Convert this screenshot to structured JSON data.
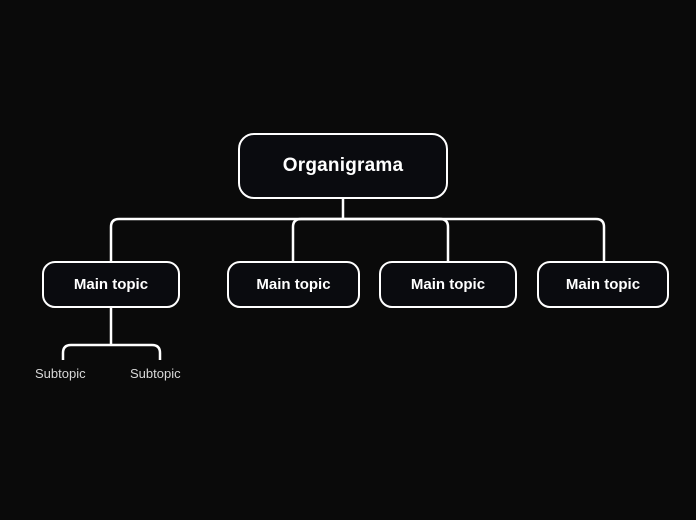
{
  "diagram": {
    "type": "organization-chart",
    "background_color": "#0a0a0a",
    "line_color": "#ffffff",
    "node_border_color": "#ffffff",
    "node_fill_color": "#0a0b0f",
    "text_color": "#ffffff",
    "subtopic_text_color": "#d8d8d8",
    "root": {
      "label": "Organigrama"
    },
    "main_topics": [
      {
        "label": "Main topic"
      },
      {
        "label": "Main topic"
      },
      {
        "label": "Main topic"
      },
      {
        "label": "Main topic"
      }
    ],
    "subtopics": [
      {
        "label": "Subtopic"
      },
      {
        "label": "Subtopic"
      }
    ]
  }
}
